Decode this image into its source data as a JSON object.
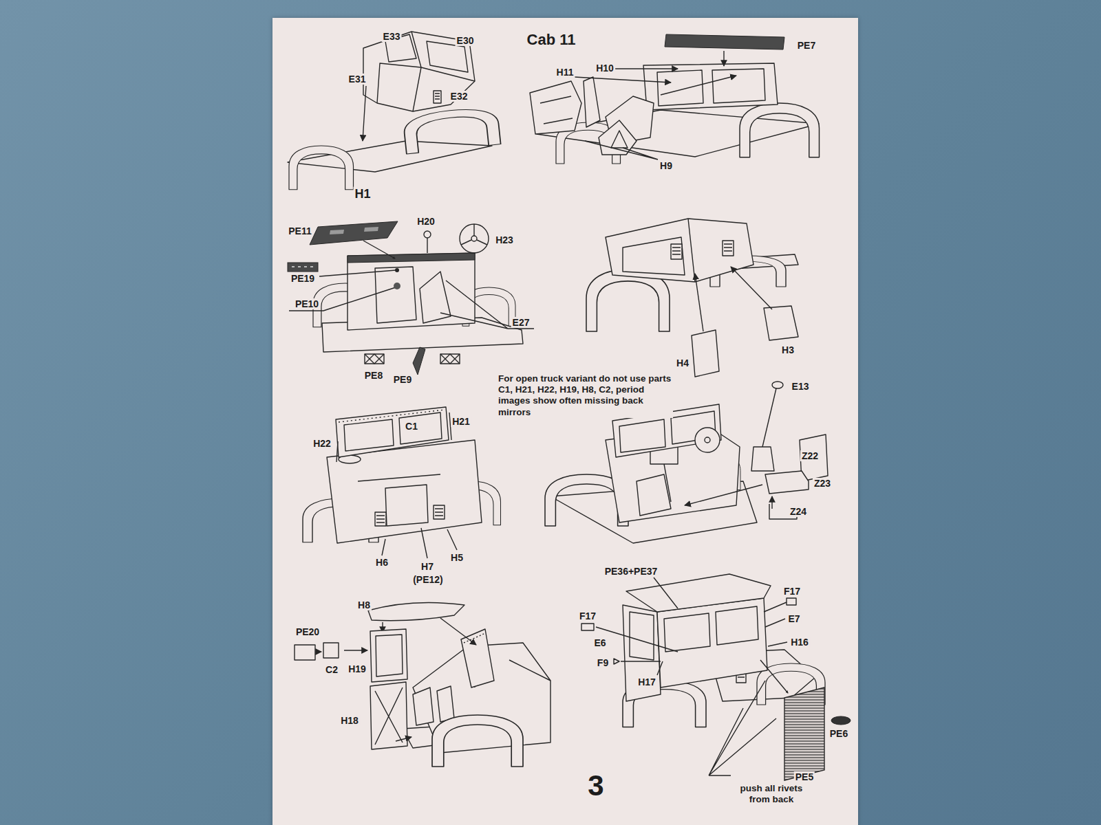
{
  "diagram": {
    "title": "Cab 11",
    "labels": [
      "E33",
      "E30",
      "E31",
      "E32",
      "H1",
      "PE7",
      "H11",
      "H10",
      "H9",
      "PE11",
      "H20",
      "H23",
      "PE19",
      "PE10",
      "E27",
      "PE8",
      "PE9",
      "H4",
      "H3",
      "For open truck variant do not use parts C1, H21, H22, H19, H8, C2, period images show often missing back mirrors",
      "E13",
      "C1",
      "H21",
      "H22",
      "Z22",
      "Z23",
      "Z24",
      "H6",
      "H7",
      "(PE12)",
      "H5",
      "PE36+PE37",
      "F17",
      "F17",
      "E7",
      "E6",
      "H16",
      "F9",
      "H17",
      "H8",
      "PE20",
      "C2",
      "H19",
      "H18",
      "PE6",
      "PE5",
      "push all rivets from back",
      "3"
    ]
  }
}
